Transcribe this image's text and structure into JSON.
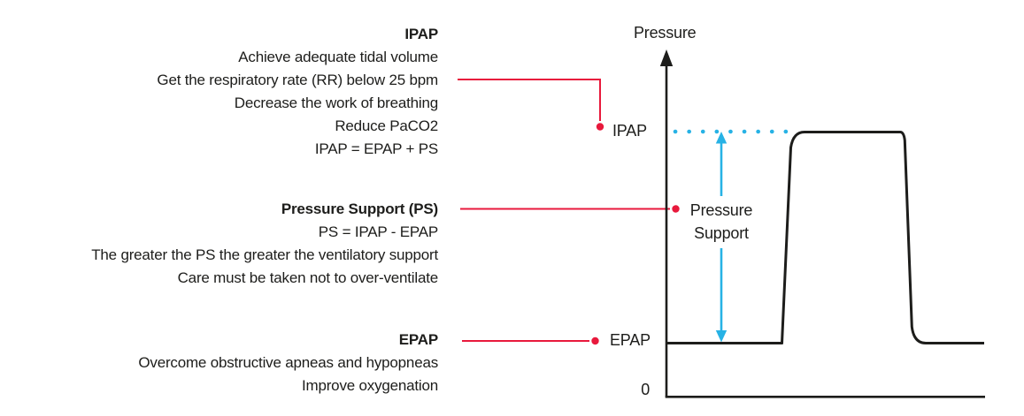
{
  "colors": {
    "accent_red": "#e8193c",
    "accent_cyan": "#27b2e5",
    "ink": "#1d1d1b"
  },
  "annotations": {
    "ipap": {
      "title": "IPAP",
      "lines": [
        "Achieve adequate tidal volume",
        "Get the respiratory rate (RR) below 25 bpm",
        "Decrease the work of breathing",
        "Reduce PaCO2",
        "IPAP = EPAP + PS"
      ]
    },
    "ps": {
      "title": "Pressure Support (PS)",
      "lines": [
        "PS = IPAP - EPAP",
        "The greater the PS the greater the ventilatory support",
        "Care must be taken not to over-ventilate"
      ]
    },
    "epap": {
      "title": "EPAP",
      "lines": [
        "Overcome obstructive apneas and hypopneas",
        "Improve oxygenation"
      ]
    }
  },
  "graph": {
    "axis_title": "Pressure",
    "origin_label": "0",
    "ipap_level_label": "IPAP",
    "epap_level_label": "EPAP",
    "ps_arrow_label_line1": "Pressure",
    "ps_arrow_label_line2": "Support"
  }
}
